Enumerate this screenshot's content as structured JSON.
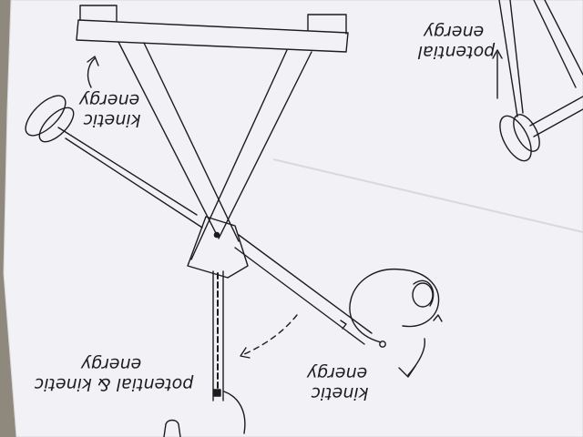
{
  "labels": {
    "kinetic_top_left": {
      "line1": "kinetic",
      "line2": "energy"
    },
    "potential_top_right": {
      "line1": "potential",
      "line2": "energy"
    },
    "kinetic_bottom_right": {
      "line1": "kinetic",
      "line2": "energy"
    },
    "potential_and_kinetic": {
      "line1": "potential & kinetic",
      "line2": "energy"
    }
  },
  "colors": {
    "paper": "#f2f1f5",
    "ink": "#1c1c1c",
    "background": "#8f887c"
  }
}
